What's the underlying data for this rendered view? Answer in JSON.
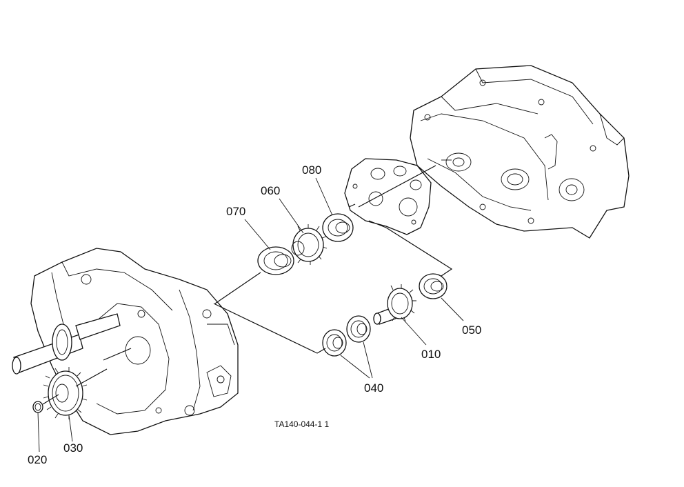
{
  "diagram": {
    "reference_code": "TA140-044-1 1",
    "callouts": [
      {
        "id": "c010",
        "label": "010"
      },
      {
        "id": "c020",
        "label": "020"
      },
      {
        "id": "c030",
        "label": "030"
      },
      {
        "id": "c040",
        "label": "040"
      },
      {
        "id": "c050",
        "label": "050"
      },
      {
        "id": "c060",
        "label": "060"
      },
      {
        "id": "c070",
        "label": "070"
      },
      {
        "id": "c080",
        "label": "080"
      }
    ]
  }
}
